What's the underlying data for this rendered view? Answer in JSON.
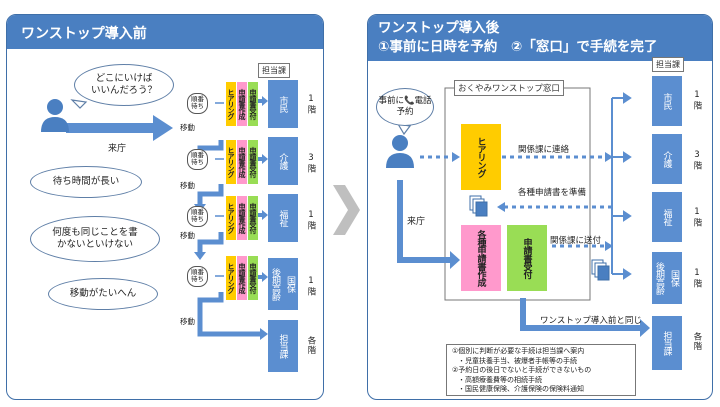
{
  "left": {
    "title": "ワンストップ導入前",
    "tantou_tag": "担当課",
    "bubbles": [
      "どこにいけば\nいいんだろう？",
      "待ち時間が長い",
      "何度も同じことを書\nかないといけない",
      "移動がたいへん"
    ],
    "raichou": "来庁",
    "idou": "移動",
    "wait_label": "順番\n待ち",
    "hearing": "ヒアリング",
    "sakusei": "申請書作成",
    "uketsuke": "申請書受付",
    "depts": [
      "市民",
      "介護",
      "福祉",
      "後期高齢",
      "国保"
    ],
    "floors": [
      "1階",
      "3階",
      "1階",
      "1階",
      "各階"
    ],
    "last_dept": "担当課"
  },
  "right": {
    "title_line1": "ワンストップ導入後",
    "title_line2": "①事前に日時を予約　②「窓口」で手続を完了",
    "tantou_tag": "担当課",
    "window_label": "おくやみワンストップ窓口",
    "yoyaku": "事前に📞電話予約",
    "raichou": "来庁",
    "hearing": "ヒアリング",
    "sakusei": "各種申請書作成",
    "uketsuke": "申請書受付",
    "renraku": "関係課に連絡",
    "junbi": "各種申請書を準備",
    "souhu": "関係課に送付",
    "onaji": "ワンストップ導入前と同じ",
    "depts": [
      "市民",
      "介護",
      "福祉",
      "後期高齢",
      "国保"
    ],
    "floors": [
      "1階",
      "3階",
      "1階",
      "1階",
      "各階"
    ],
    "last_dept": "担当課",
    "notes": [
      "①個別に判断が必要な手続は担当課へ案内",
      "・児童扶養手当、被爆者手帳等の手続",
      "②予約日の後日でないと手続ができないもの",
      "・高額療養費等の相続手続",
      "・国民健康保険、介護保険の保険料通知"
    ]
  },
  "colors": {
    "header": "#4a7fc1",
    "dept": "#5b8ed0",
    "hearing": "#ffcc00",
    "sakusei": "#ff99cc",
    "uketsuke": "#99dd55",
    "arrow": "#5b8ed0"
  }
}
